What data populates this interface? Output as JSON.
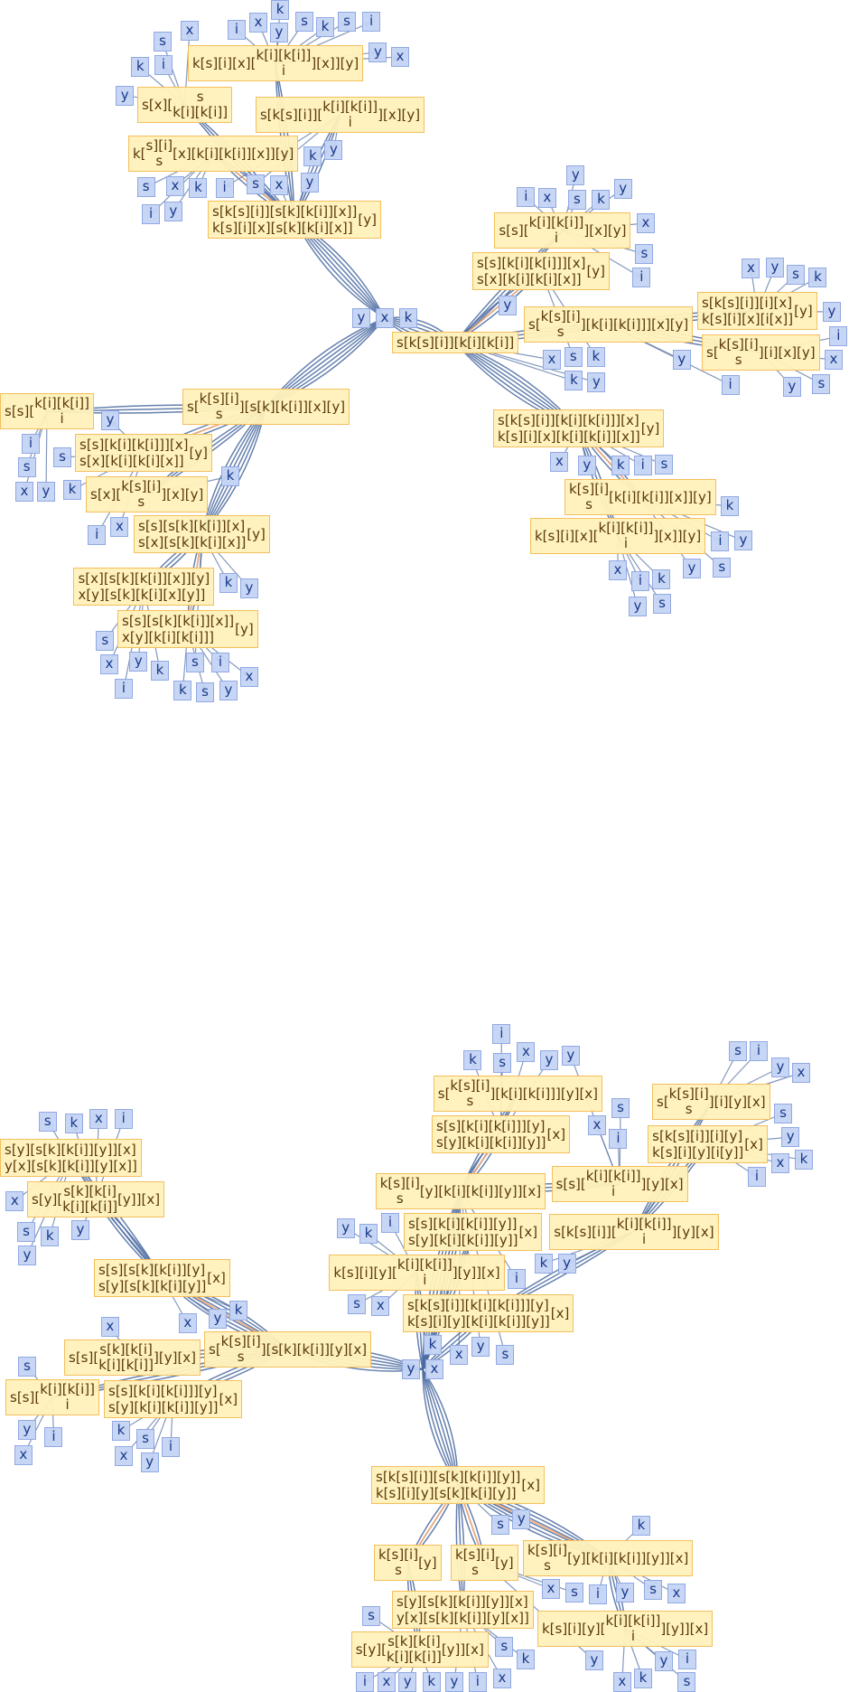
{
  "top_graph": {
    "hub_leaves": [
      "y",
      "x",
      "k"
    ],
    "nodes": [
      {
        "lines": [
          "s[k[s][i]][s[k][k[i]][x]]",
          "k[s][i][x][s[k][k[i][x]]"
        ],
        "sup": "[y]"
      },
      {
        "pre": "k[",
        "stack": [
          "s][i]",
          "s"
        ],
        "post": "[x][k[i][k[i]][x]][y]"
      },
      {
        "pre": "s[x][",
        "stack": [
          "s",
          "k[i][k[i]]"
        ],
        "post": ""
      },
      {
        "pre": "k[s][i][x][",
        "stack": [
          "k[i][k[i]]",
          "i"
        ],
        "post": "][x]][y]"
      },
      {
        "pre": "s[k[s][i]][",
        "stack": [
          "k[i][k[i]]",
          "i"
        ],
        "post": "][x][y]"
      },
      {
        "pre": "s[k[s][i]][",
        "stack": [
          "",
          "k[i][k[i]]"
        ],
        "post": ""
      },
      {
        "lines": [
          "s[s][k[i][k[i]]][x]",
          "s[x][k[i][k[i][x]]"
        ],
        "sup": "[y]"
      },
      {
        "pre": "s[s][",
        "stack": [
          "k[i][k[i]]",
          "i"
        ],
        "post": "][x][y]"
      },
      {
        "pre": "s[",
        "stack": [
          "k[s][i]",
          "s"
        ],
        "post": "][k[i][k[i]]][x][y]"
      },
      {
        "lines": [
          "s[k[s][i]][i][x]",
          "k[s][i][x][i[x]]"
        ],
        "sup": "[y]"
      },
      {
        "pre": "s[",
        "stack": [
          "k[s][i]",
          "s"
        ],
        "post": "][i][x][y]"
      },
      {
        "lines": [
          "s[k[s][i]][k[i][k[i]]][x]",
          "k[s][i][x][k[i][k[i]][x]]"
        ],
        "sup": "[y]"
      },
      {
        "pre": "",
        "stack": [
          "k[s][i]",
          "s"
        ],
        "post": "[k[i][k[i]][x]][y]"
      },
      {
        "pre": "k[s][i][x][",
        "stack": [
          "k[i][k[i]]",
          "i"
        ],
        "post": "][x]][y]"
      },
      {
        "pre": "s[",
        "stack": [
          "k[s][i]",
          "s"
        ],
        "post": "][s[k][k[i]][x][y]"
      },
      {
        "lines": [
          "s[s][k[i][k[i]]][x]",
          "s[x][k[i][k[i][x]]"
        ],
        "sup": "[y]"
      },
      {
        "pre": "s[x][",
        "stack": [
          "k[s][i]",
          "s"
        ],
        "post": "][x][y]"
      },
      {
        "pre": "s[s][",
        "stack": [
          "k[i][k[i]]",
          "i"
        ],
        "post": ""
      },
      {
        "lines": [
          "s[s][s[k][k[i]][x]",
          "s[x][s[k][k[i][x]]"
        ],
        "sup": "[y]"
      },
      {
        "lines": [
          "s[s][s[k][k[i]][x]]",
          "x[y][k[i][k[i]]]"
        ],
        "sup": "[y]"
      },
      {
        "lines": [
          "s[x][s[k][k[i]][x]][y]",
          "x[y][s[k][k[i][x][y]]"
        ]
      }
    ],
    "leaf_clusters": [
      {
        "letters": [
          "i",
          "x",
          "y",
          "k",
          "s",
          "k",
          "s",
          "i",
          "y",
          "x"
        ]
      },
      {
        "letters": [
          "i",
          "s",
          "x",
          "k",
          "y"
        ]
      },
      {
        "letters": [
          "x",
          "s",
          "k",
          "y",
          "i"
        ]
      },
      {
        "letters": [
          "x",
          "y",
          "k"
        ]
      },
      {
        "letters": [
          "s",
          "y",
          "i"
        ]
      },
      {
        "letters": [
          "i",
          "x",
          "s",
          "k",
          "y",
          "y",
          "x",
          "s",
          "i"
        ]
      },
      {
        "letters": [
          "y",
          "s",
          "k"
        ]
      },
      {
        "letters": [
          "y",
          "s",
          "x",
          "k",
          "y"
        ]
      },
      {
        "letters": [
          "i",
          "x",
          "s",
          "y"
        ]
      },
      {
        "letters": [
          "y",
          "i"
        ]
      },
      {
        "letters": [
          "x",
          "k",
          "y"
        ]
      },
      {
        "letters": [
          "k",
          "i",
          "y",
          "s",
          "x"
        ]
      },
      {
        "letters": [
          "k",
          "i",
          "y",
          "y",
          "s"
        ]
      },
      {
        "letters": [
          "x",
          "i",
          "k",
          "s",
          "y"
        ]
      },
      {
        "letters": [
          "i",
          "s",
          "x",
          "y"
        ]
      },
      {
        "letters": [
          "y",
          "s",
          "k",
          "x",
          "i"
        ]
      },
      {
        "letters": [
          "k"
        ]
      },
      {
        "letters": [
          "k",
          "y",
          "s"
        ]
      },
      {
        "letters": [
          "s",
          "x",
          "y",
          "i",
          "k"
        ]
      },
      {
        "letters": [
          "k",
          "s",
          "i",
          "y",
          "x"
        ]
      }
    ]
  },
  "bottom_graph": {
    "hub_leaves": [
      "y",
      "x"
    ],
    "nodes": [
      {
        "lines": [
          "s[k[s][i]][s[k][k[i]][y]]",
          "k[s][i][y][s[k][k[i][y]]"
        ],
        "sup": "[x]"
      },
      {
        "pre": "s[",
        "stack": [
          "k[s][i]",
          "s"
        ],
        "post": "][s[k][k[i]][y][x]"
      },
      {
        "lines": [
          "s[s][s[k][k[i]][y]",
          "s[y][s[k][k[i][y]]"
        ],
        "sup": "[x]"
      },
      {
        "pre": "s[y][",
        "stack": [
          "s[k][k[i]",
          "k[i][k[i]]"
        ],
        "post": "[y]][x]"
      },
      {
        "lines": [
          "s[y][s[k][k[i]][y]][x]",
          "y[x][s[k][k[i]][y][x]]"
        ]
      },
      {
        "pre": "s[s][",
        "stack": [
          "s[k][k[i]",
          "k[i][k[i]]"
        ],
        "post": "][y][x]"
      },
      {
        "pre": "s[s][",
        "stack": [
          "k[i][k[i]]",
          "i"
        ],
        "post": ""
      },
      {
        "lines": [
          "s[s][k[i][k[i]]][y]",
          "s[y][k[i][k[i]][y]]"
        ],
        "sup": "[x]"
      },
      {
        "lines": [
          "s[s][k[i][k[i]][y]]",
          "s[y][k[i][k[i]][y]]"
        ],
        "sup": "[x]"
      },
      {
        "pre": "k[s][i][y][",
        "stack": [
          "k[i][k[i]]",
          "i"
        ],
        "post": "][y]][x]"
      },
      {
        "lines": [
          "s[k[s][i]][k[i][k[i]]][y]",
          "k[s][i][y][k[i][k[i]][y]]"
        ],
        "sup": "[x]"
      },
      {
        "pre": "",
        "stack": [
          "k[s][i]",
          "s"
        ],
        "post": "[y][k[i][k[i]][y]][x]"
      },
      {
        "lines": [
          "s[s][k[i][k[i]]][y]",
          "s[y][k[i][k[i]][y]]"
        ],
        "sup": "[x]"
      },
      {
        "pre": "s[",
        "stack": [
          "k[s][i]",
          "s"
        ],
        "post": "][k[i][k[i]]][y][x]"
      },
      {
        "pre": "s[s][",
        "stack": [
          "k[i][k[i]]",
          "i"
        ],
        "post": "][y][x]"
      },
      {
        "pre": "s[k[s][i]][",
        "stack": [
          "k[i][k[i]]",
          "i"
        ],
        "post": "][y][x]"
      },
      {
        "pre": "s[",
        "stack": [
          "k[s][i]",
          "s"
        ],
        "post": "][i][y][x]"
      },
      {
        "lines": [
          "s[k[s][i]][i][y]",
          "k[s][i][y][i[y]]"
        ],
        "sup": "[x]"
      },
      {
        "pre": "",
        "stack": [
          "k[s][i]",
          "s"
        ],
        "post": "[y]"
      },
      {
        "pre": "",
        "stack": [
          "k[s][i]",
          "s"
        ],
        "post": "[y]"
      },
      {
        "pre": "",
        "stack": [
          "k[s][i]",
          "s"
        ],
        "post": "[y][k[i][k[i]][y]][x]"
      },
      {
        "lines": [
          "s[y][s[k][k[i]][y]][x]",
          "y[x][s[k][k[i]][y][x]]"
        ]
      },
      {
        "pre": "s[y][",
        "stack": [
          "s[k][k[i]",
          "k[i][k[i]]"
        ],
        "post": "[y]][x]"
      },
      {
        "pre": "k[s][i][y][",
        "stack": [
          "k[i][k[i]]",
          "i"
        ],
        "post": "][y]][x]"
      }
    ],
    "leaf_clusters": [
      {
        "letters": [
          "k",
          "x",
          "i",
          "s",
          "y"
        ]
      },
      {
        "letters": [
          "x",
          "s",
          "k",
          "y"
        ]
      },
      {
        "letters": [
          "y",
          "x",
          "k"
        ]
      },
      {
        "letters": [
          "s",
          "y",
          "i",
          "x"
        ]
      },
      {
        "letters": [
          "x"
        ]
      },
      {
        "letters": [
          "k",
          "x",
          "s",
          "y",
          "i"
        ]
      },
      {
        "letters": [
          "k",
          "s",
          "x",
          "i",
          "y"
        ]
      },
      {
        "letters": [
          "y",
          "x",
          "s",
          "i"
        ]
      },
      {
        "letters": [
          "s",
          "i",
          "y",
          "x"
        ]
      },
      {
        "letters": [
          "s",
          "y",
          "x",
          "k",
          "i"
        ]
      },
      {
        "letters": [
          "i",
          "k",
          "y",
          "x",
          "s"
        ]
      },
      {
        "letters": [
          "k",
          "x",
          "y",
          "i",
          "s"
        ]
      },
      {
        "letters": [
          "k",
          "y"
        ]
      },
      {
        "letters": [
          "s",
          "y"
        ]
      },
      {
        "letters": [
          "k",
          "s",
          "y",
          "x",
          "i"
        ]
      },
      {
        "letters": [
          "s",
          "x",
          "y"
        ]
      },
      {
        "letters": [
          "s",
          "x",
          "i",
          "y",
          "k"
        ]
      },
      {
        "letters": [
          "y",
          "i",
          "x",
          "s",
          "k"
        ]
      },
      {
        "letters": [
          "i",
          "y",
          "s",
          "k",
          "x"
        ]
      }
    ]
  },
  "colors": {
    "edge": "#4a6aa0",
    "highlight_edge": "#f7a56a",
    "node_fill": "#fff1ba",
    "node_border": "#f4bf5c",
    "leaf_fill": "#c4d4f4",
    "leaf_border": "#91a9e3"
  }
}
